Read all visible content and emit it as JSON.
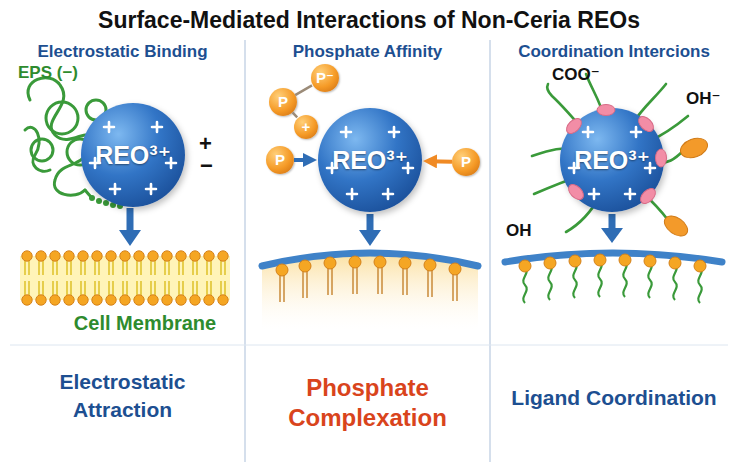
{
  "diagram": {
    "title": "Surface-Mediated Interactions of Non-Ceria REOs",
    "nodes": [
      {
        "text": [
          "Electrostatic Binding",
          "Electrostatic Attraction"
        ]
      },
      {
        "text": [
          "REO³⁺"
        ],
        "in": 0
      },
      {
        "text": [
          "Phosphate Affinity",
          "Phosphate Complexation"
        ]
      },
      {
        "text": [
          "P⁻"
        ],
        "in": 2
      },
      {
        "text": [
          "P"
        ],
        "in": 2
      },
      {
        "text": [
          "+"
        ],
        "in": 2
      },
      {
        "text": [
          "P"
        ],
        "in": 2
      },
      {
        "text": [
          "REO³⁺"
        ],
        "in": 2
      },
      {
        "text": [
          "P"
        ],
        "in": 2
      },
      {
        "text": [
          "Coordination Intercions",
          "Ligand Coordination"
        ]
      },
      {
        "text": [
          "REO³⁺"
        ],
        "in": 9
      }
    ],
    "edges": [
      {
        "from": 4,
        "to": 3,
        "arrow": "none"
      },
      {
        "from": 4,
        "to": 5,
        "arrow": "none"
      },
      {
        "from": 6,
        "to": 7,
        "arrow": "to"
      },
      {
        "from": 8,
        "to": 7,
        "arrow": "to"
      }
    ],
    "labels": [
      "EPS (−)",
      "+",
      "−",
      "Cell Membrane",
      "COO⁻",
      "OH⁻",
      "OH"
    ]
  }
}
